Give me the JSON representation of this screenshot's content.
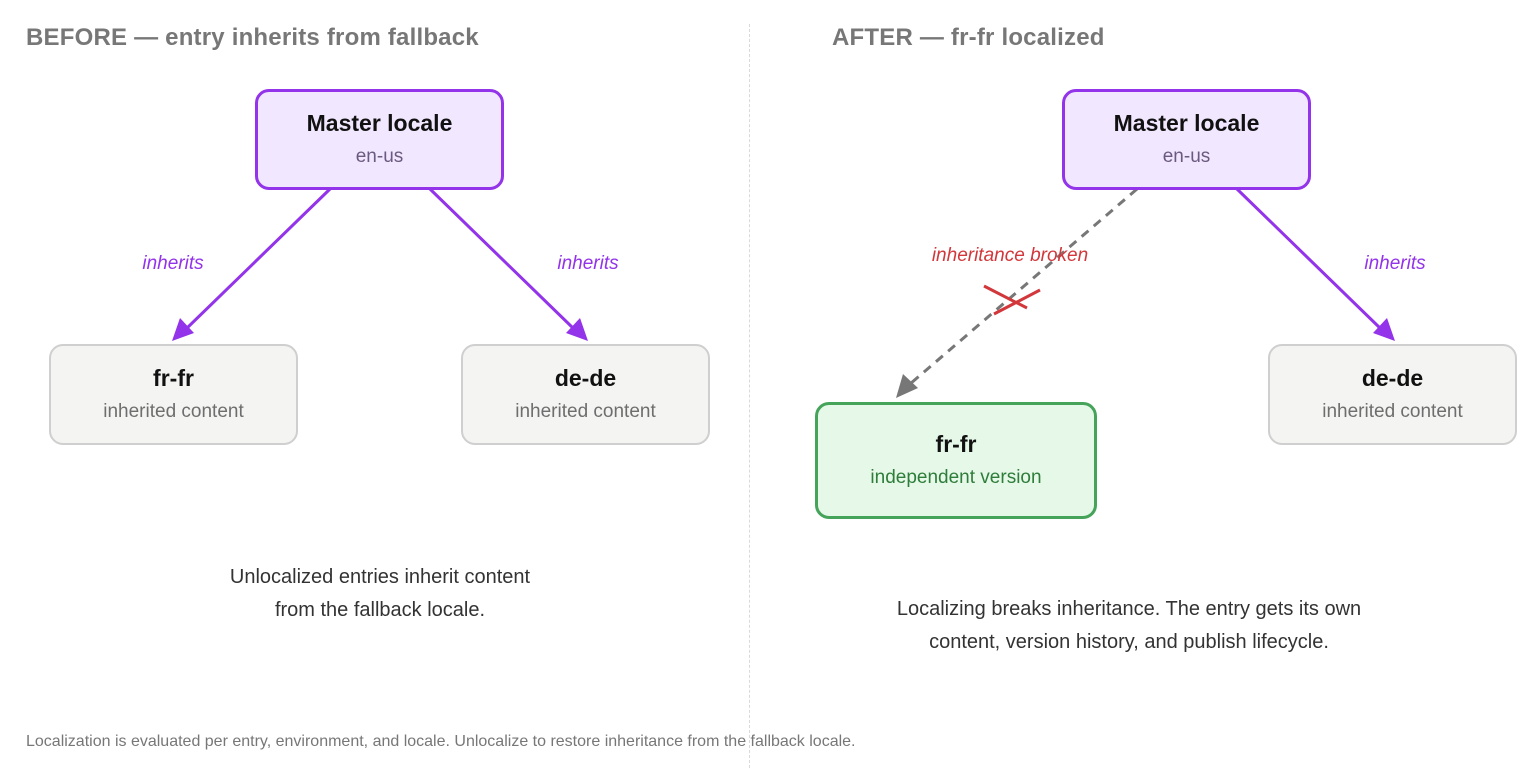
{
  "before": {
    "title": "BEFORE — entry inherits from fallback",
    "master": {
      "name": "Master locale",
      "code": "en-us"
    },
    "children": [
      {
        "name": "fr-fr",
        "status": "inherited content"
      },
      {
        "name": "de-de",
        "status": "inherited content"
      }
    ],
    "edge_labels": [
      "inherits",
      "inherits"
    ],
    "caption": [
      "Unlocalized entries inherit content",
      "from the fallback locale."
    ]
  },
  "after": {
    "title": "AFTER — fr-fr localized",
    "master": {
      "name": "Master locale",
      "code": "en-us"
    },
    "localized_child": {
      "name": "fr-fr",
      "status": "independent version"
    },
    "inherited_child": {
      "name": "de-de",
      "status": "inherited content"
    },
    "broken_label": "inheritance broken",
    "inherits_label": "inherits",
    "caption": [
      "Localizing breaks inheritance. The entry gets its own",
      "content, version history, and publish lifecycle."
    ]
  },
  "footer": "Localization is evaluated per entry, environment, and locale. Unlocalize to restore inheritance from the fallback locale.",
  "colors": {
    "inherit_edge": "#9333ea",
    "broken_edge": "#777777",
    "broken_mark": "#d2383b",
    "localized_border": "#45a35a"
  }
}
